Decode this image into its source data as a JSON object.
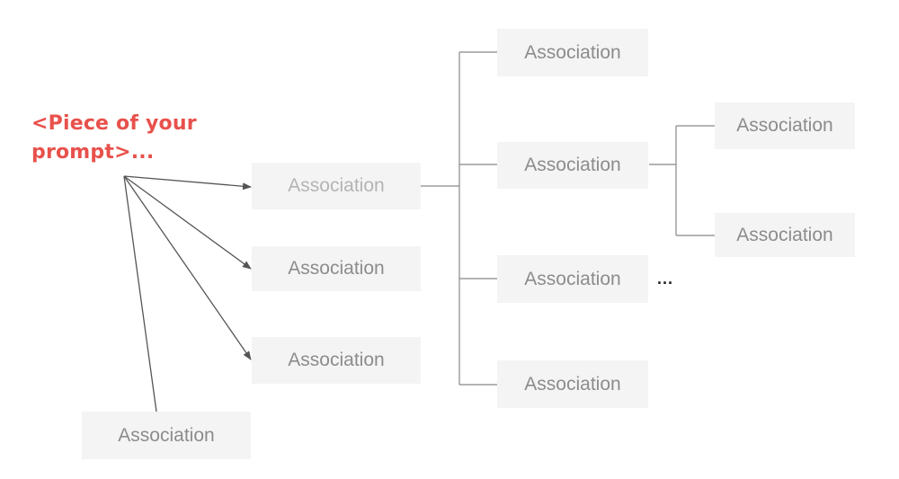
{
  "prompt_text": "<Piece of your prompt>...",
  "nodes": {
    "a1": "Association",
    "a2": "Association",
    "a3": "Association",
    "a4": "Association",
    "b1": "Association",
    "b2": "Association",
    "b3": "Association",
    "b4": "Association",
    "c1": "Association",
    "c2": "Association"
  },
  "ellipsis": "...",
  "colors": {
    "prompt": "#e8514c",
    "box_bg": "#f4f4f4",
    "box_text": "#8c8c8c",
    "line": "#555555"
  }
}
